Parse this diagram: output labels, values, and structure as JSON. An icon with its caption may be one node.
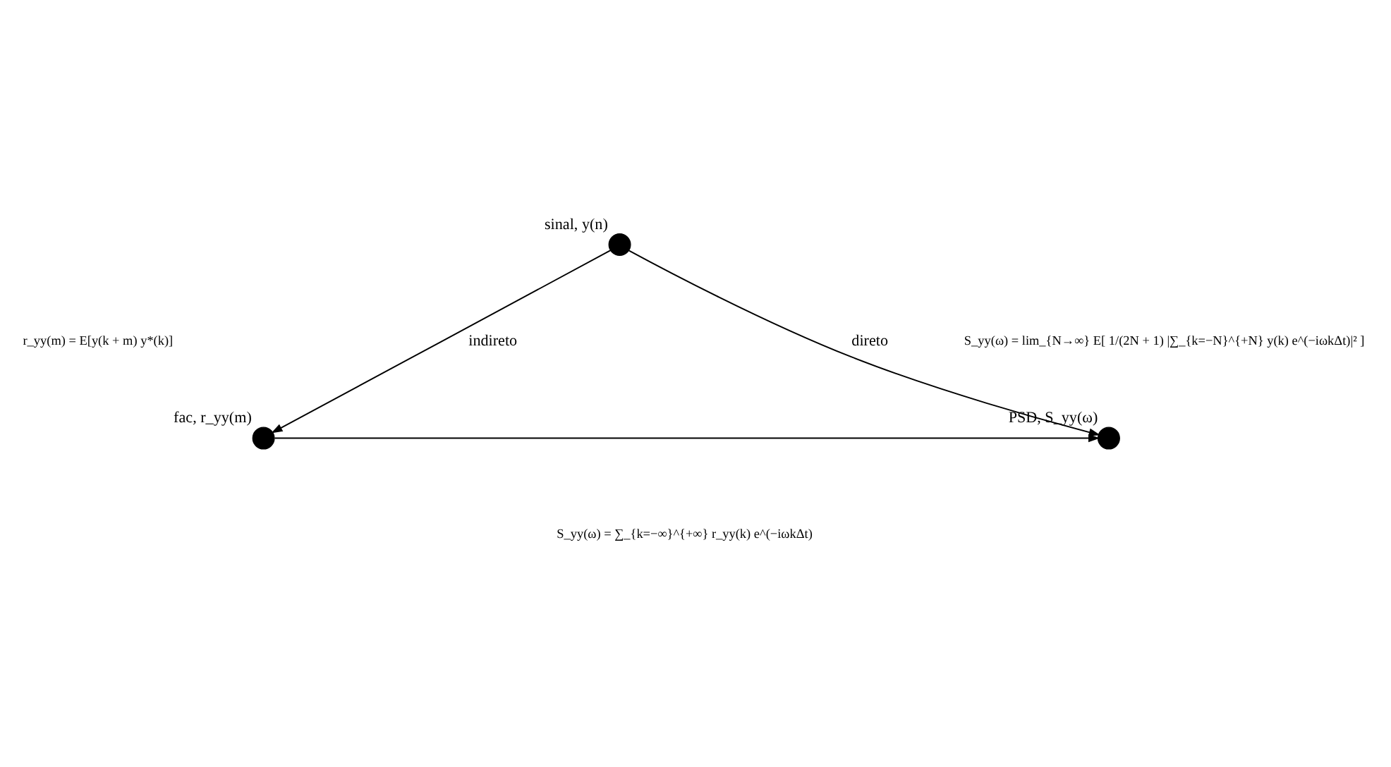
{
  "diagram": {
    "nodes": [
      {
        "text": [],
        "shape": "circle",
        "beside": [
          "sinal, y(n)"
        ]
      },
      {
        "text": [],
        "shape": "circle",
        "beside": [
          "fac, r_yy(m)"
        ]
      },
      {
        "text": [],
        "shape": "circle",
        "beside": [
          "PSD, S_yy(ω)"
        ]
      }
    ],
    "edges": [
      {
        "from": 0,
        "to": 1,
        "arrow": "to",
        "label": "indireto"
      },
      {
        "from": 0,
        "to": 2,
        "arrow": "to",
        "label": "direto"
      },
      {
        "from": 1,
        "to": 2,
        "arrow": "to"
      }
    ],
    "labels": [
      "r_yy(m) = E[y(k + m) y*(k)]",
      "S_yy(ω) = lim_{N→∞} E[ 1/(2N + 1) |∑_{k=−N}^{+N} y(k) e^(−iωkΔt)|² ]",
      "S_yy(ω) = ∑_{k=−∞}^{+∞} r_yy(k) e^(−iωkΔt)"
    ]
  }
}
